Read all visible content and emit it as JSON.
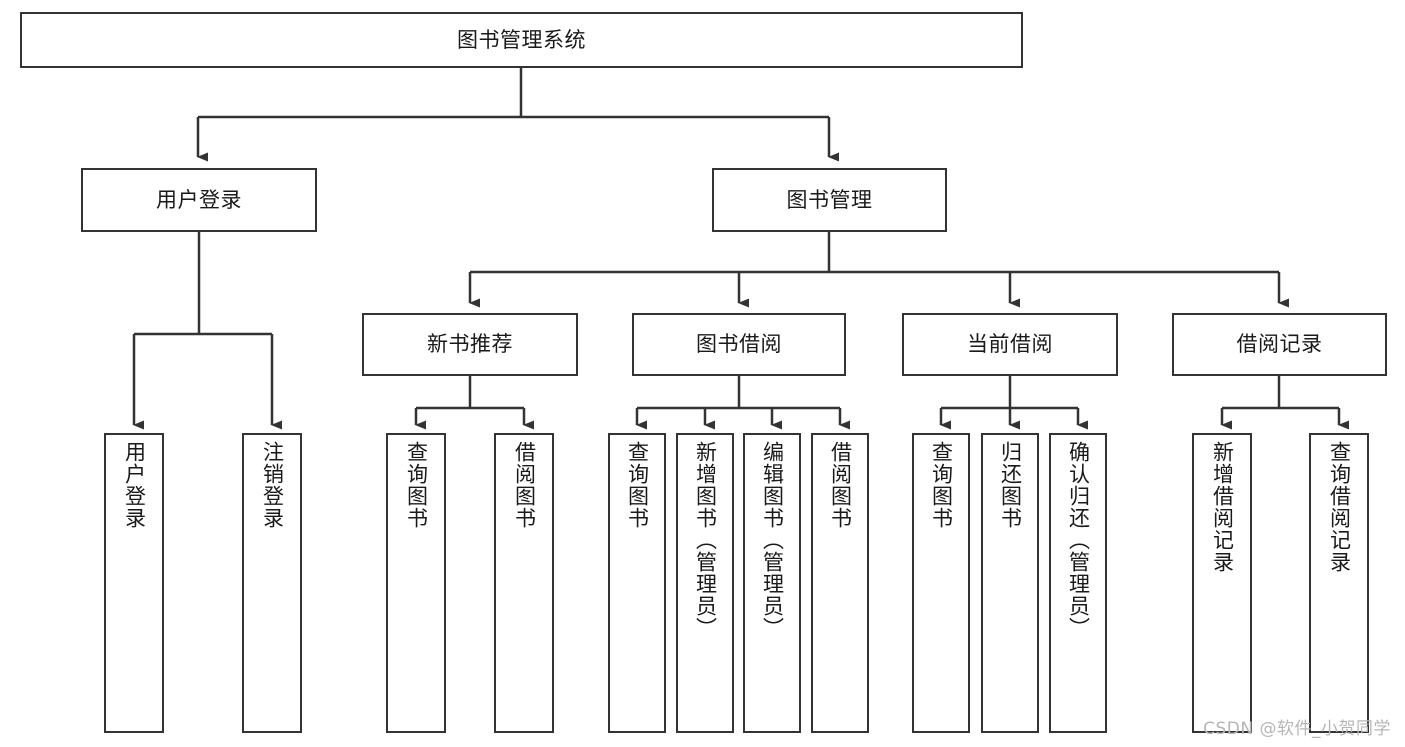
{
  "diagram": {
    "type": "tree",
    "title": "图书管理系统",
    "watermark": "CSDN @软件_小贺同学",
    "colors": {
      "stroke": "#333333",
      "fill": "#ffffff",
      "text": "#1a1a1a",
      "watermark": "#b6b6b6"
    },
    "nodes": {
      "root": {
        "label": "图书管理系统"
      },
      "level2": [
        {
          "label": "用户登录"
        },
        {
          "label": "图书管理"
        }
      ],
      "level3": [
        {
          "label": "新书推荐"
        },
        {
          "label": "图书借阅"
        },
        {
          "label": "当前借阅"
        },
        {
          "label": "借阅记录"
        }
      ],
      "leaves": {
        "user_login": [
          {
            "label": "用户登录"
          },
          {
            "label": "注销登录"
          }
        ],
        "new_book": [
          {
            "label": "查询图书"
          },
          {
            "label": "借阅图书"
          }
        ],
        "borrow": [
          {
            "label": "查询图书"
          },
          {
            "label": "新增图书（管理员）"
          },
          {
            "label": "编辑图书（管理员）"
          },
          {
            "label": "借阅图书"
          }
        ],
        "current": [
          {
            "label": "查询图书"
          },
          {
            "label": "归还图书"
          },
          {
            "label": "确认归还（管理员）"
          }
        ],
        "records": [
          {
            "label": "新增借阅记录"
          },
          {
            "label": "查询借阅记录"
          }
        ]
      }
    }
  }
}
